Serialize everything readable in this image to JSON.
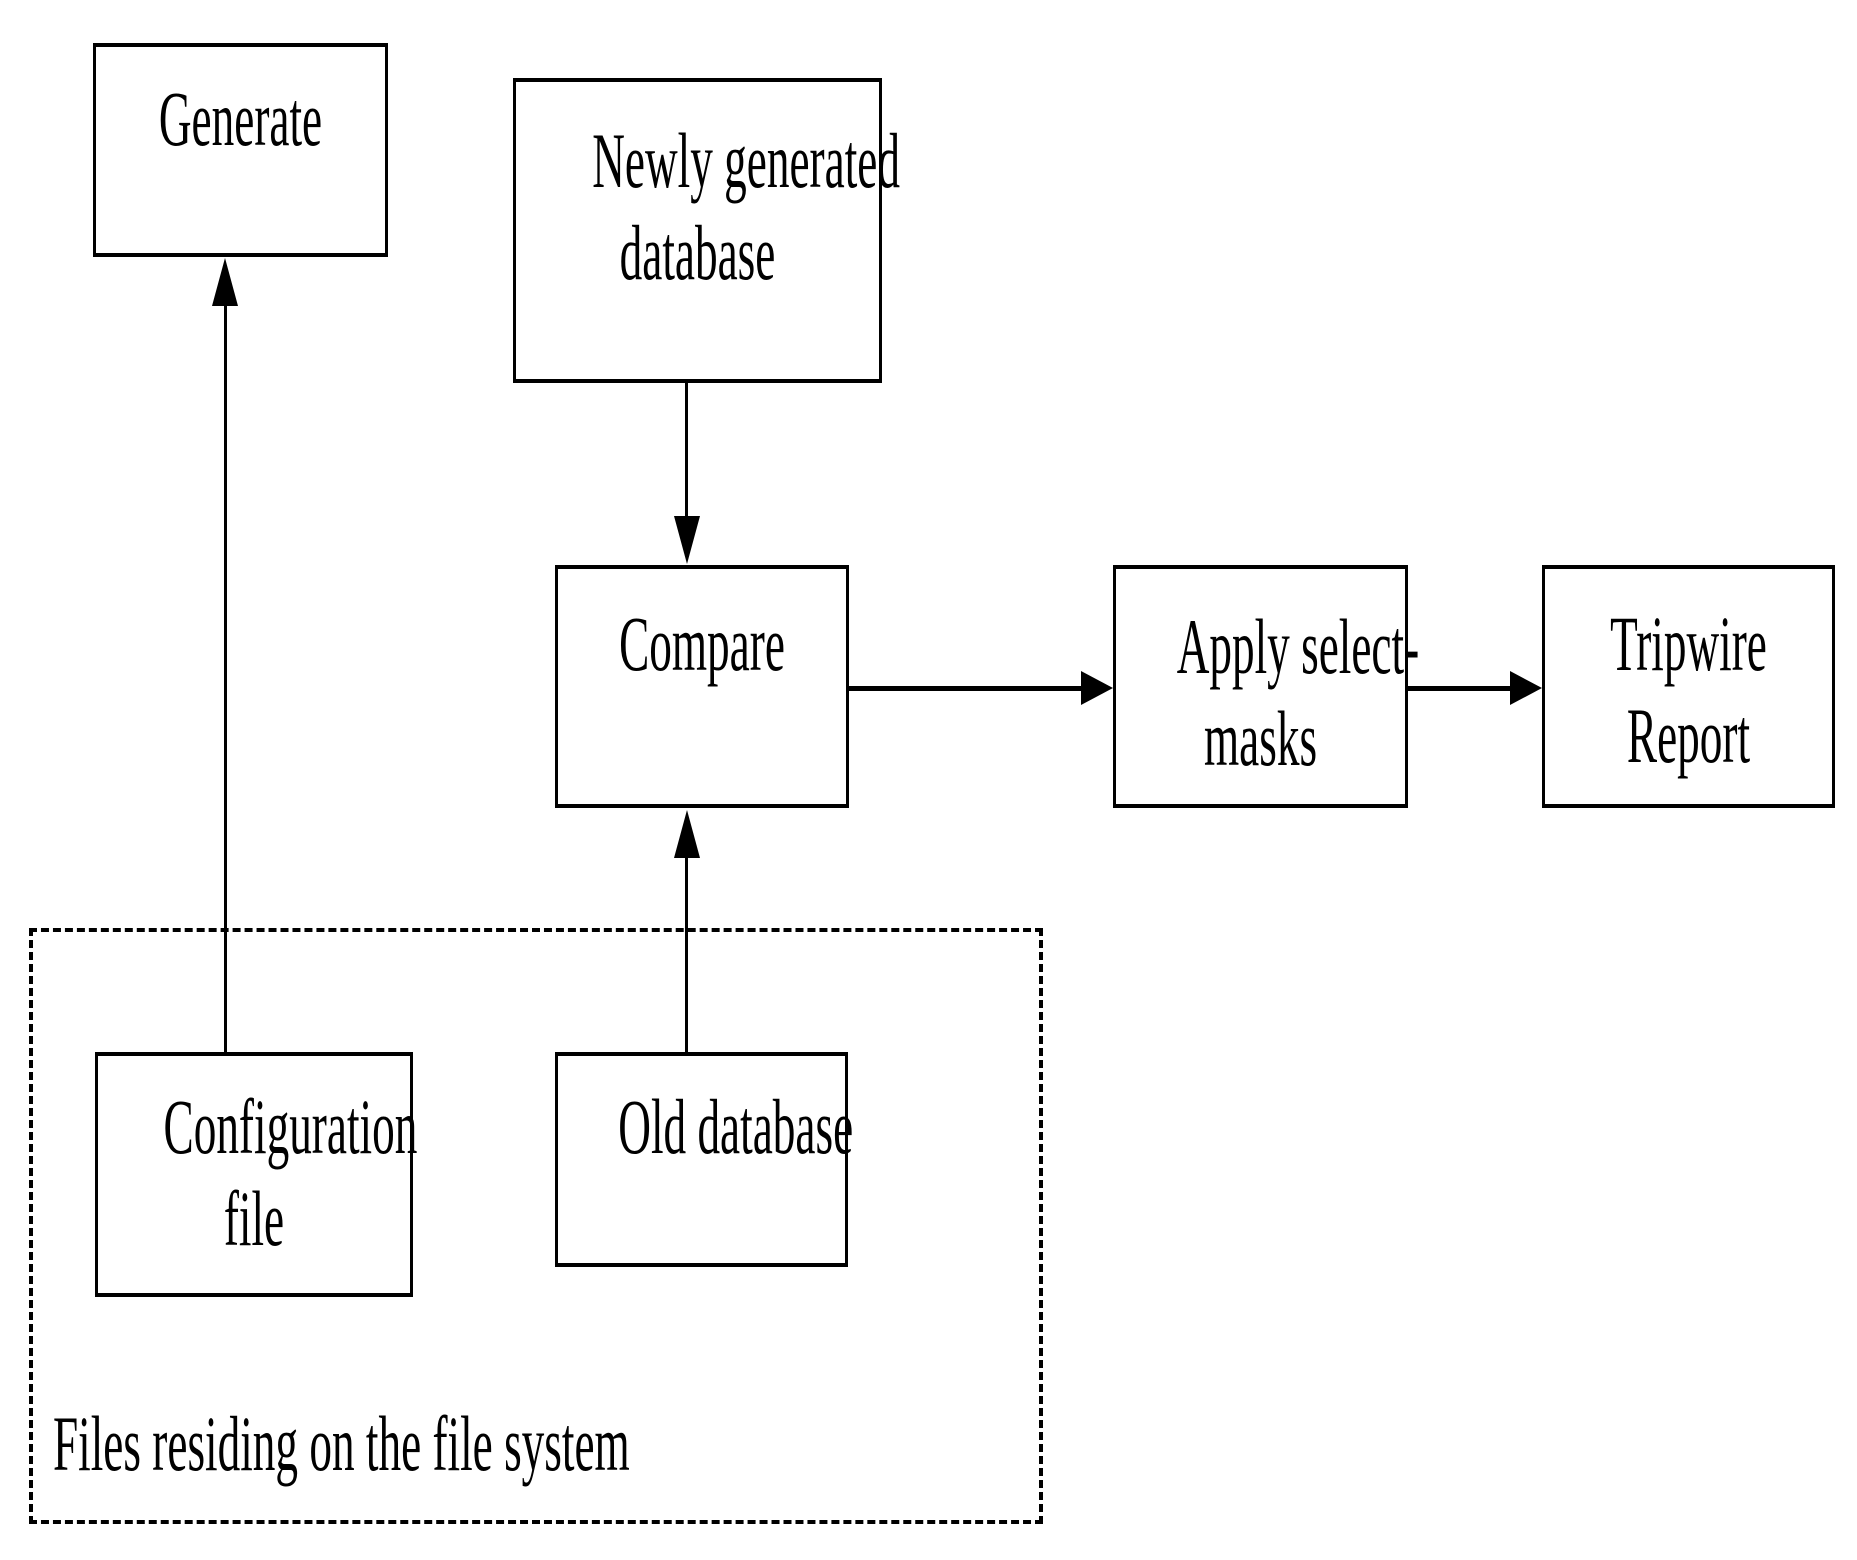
{
  "colors": {
    "background": "#ffffff",
    "stroke": "#000000",
    "text": "#000000"
  },
  "nodes": {
    "generate": {
      "label": "Generate"
    },
    "newly_generated_database": {
      "line1": "Newly generated",
      "line2": "database"
    },
    "compare": {
      "label": "Compare"
    },
    "apply_select_masks": {
      "line1": "Apply select-",
      "line2": "masks"
    },
    "tripwire_report": {
      "line1": "Tripwire",
      "line2": "Report"
    },
    "configuration_file": {
      "line1": "Configuration",
      "line2": "file"
    },
    "old_database": {
      "label": "Old database"
    }
  },
  "container": {
    "label": "Files residing on the file system"
  },
  "edges": [
    {
      "from": "configuration_file",
      "to": "generate",
      "direction": "up"
    },
    {
      "from": "newly_generated_database",
      "to": "compare",
      "direction": "down"
    },
    {
      "from": "old_database",
      "to": "compare",
      "direction": "up"
    },
    {
      "from": "compare",
      "to": "apply_select_masks",
      "direction": "right"
    },
    {
      "from": "apply_select_masks",
      "to": "tripwire_report",
      "direction": "right"
    }
  ]
}
